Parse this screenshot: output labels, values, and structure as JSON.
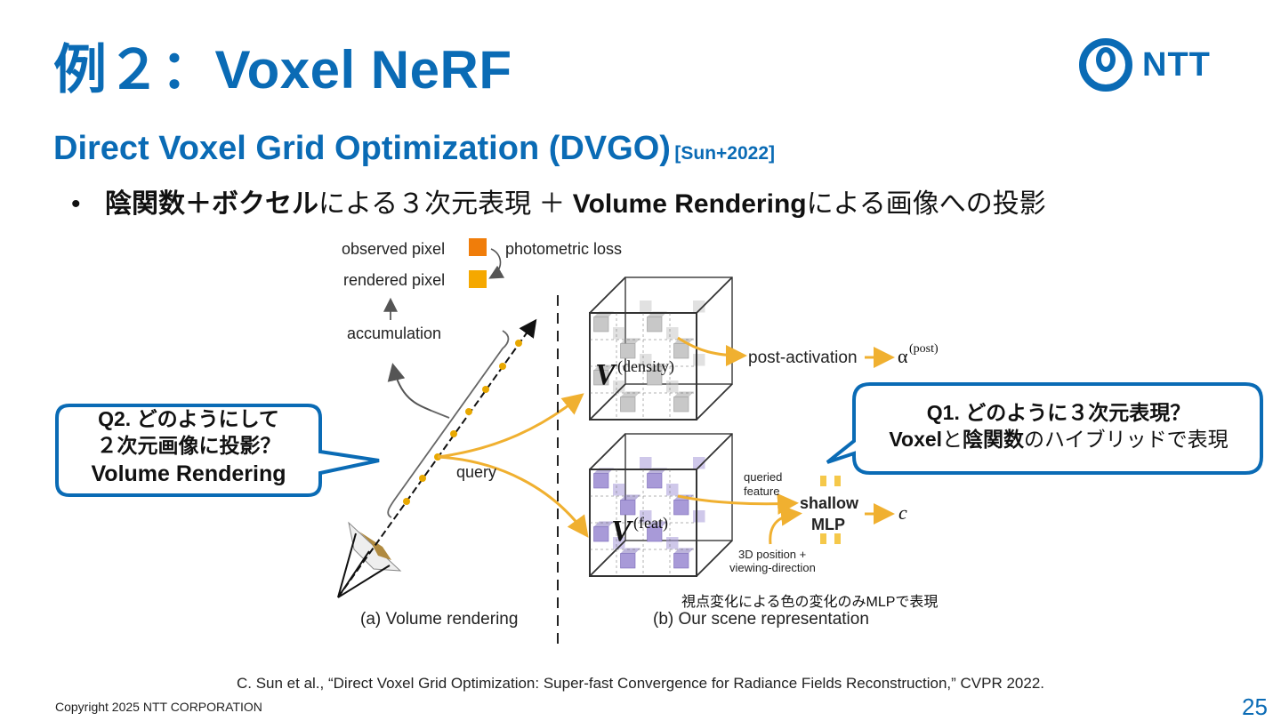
{
  "slide": {
    "title": "例２：Voxel NeRF",
    "logo_text": "NTT",
    "subtitle": "Direct Voxel Grid Optimization (DVGO)",
    "subtitle_citation": "[Sun+2022]",
    "bullet": {
      "part1_bold": "陰関数＋ボクセル",
      "part2": "による３次元表現 ＋ ",
      "part3_bold": "Volume Rendering",
      "part4": "による画像への投影"
    },
    "reference": "C. Sun et al., “Direct Voxel Grid Optimization: Super-fast Convergence for Radiance Fields Reconstruction,” CVPR 2022.",
    "copyright": "Copyright 2025 NTT CORPORATION",
    "page_number": "25"
  },
  "figure": {
    "observed_pixel": "observed pixel",
    "rendered_pixel": "rendered pixel",
    "photometric_loss": "photometric loss",
    "accumulation": "accumulation",
    "query": "query",
    "post_activation": "post-activation",
    "alpha_symbol": "α",
    "alpha_sup": "(post)",
    "v_symbol": "V",
    "density_sup": "(density)",
    "feat_sup": "(feat)",
    "queried_feature_1": "queried",
    "queried_feature_2": "feature",
    "shallow": "shallow",
    "mlp": "MLP",
    "c_symbol": "c",
    "position_1": "3D position +",
    "position_2": "viewing-direction",
    "caption_a": "(a) Volume rendering",
    "caption_b": "(b) Our scene representation",
    "note": "視点変化による色の変化のみMLPで表現"
  },
  "callouts": {
    "q2_line1": "Q2. どのようにして",
    "q2_line2": "２次元画像に投影？",
    "q2_line3": "Volume Rendering",
    "q1_line1": "Q1. どのように３次元表現？",
    "q1_voxel": "Voxel",
    "q1_to": "と",
    "q1_inr": "陰関数",
    "q1_rest": "のハイブリッドで表現"
  },
  "colors": {
    "brand_blue": "#0a6bb5",
    "observed_orange": "#f07d0a",
    "rendered_yellow": "#f5a800",
    "sample_gold": "#e8a800",
    "arrow_gold": "#f0b030",
    "voxel_gray": "#c8c8c8",
    "voxel_purple": "#a89ad8"
  }
}
